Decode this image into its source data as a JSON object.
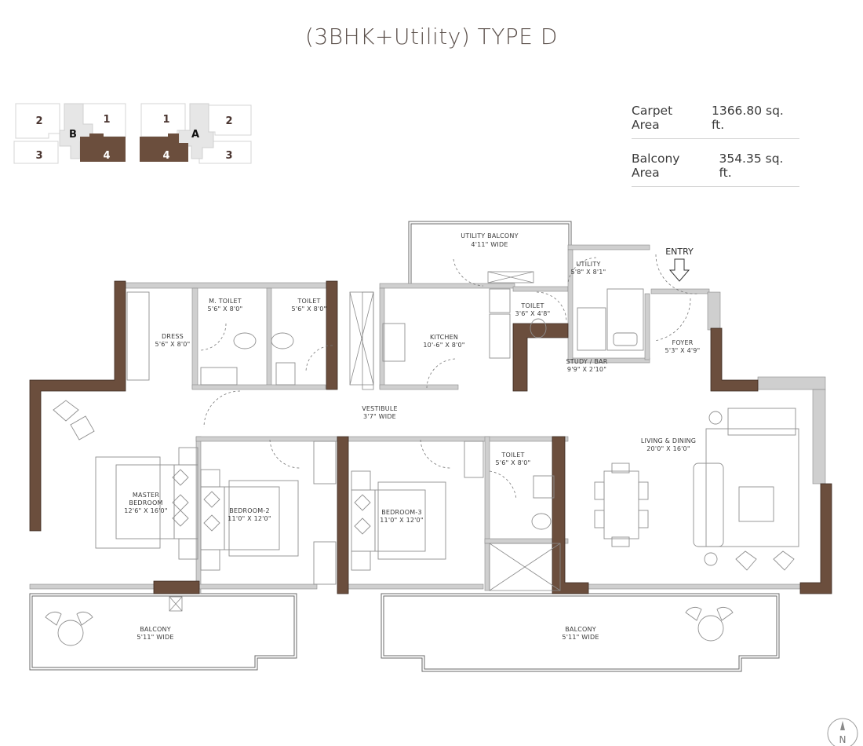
{
  "title": "(3BHK+Utility) TYPE D",
  "key_plan": {
    "tower_b": {
      "label": "B",
      "units": [
        "2",
        "1",
        "3",
        "4"
      ],
      "highlighted": "4"
    },
    "tower_a": {
      "label": "A",
      "units": [
        "1",
        "2",
        "4",
        "3"
      ],
      "highlighted": "4"
    },
    "highlight_color": "#6b4e3d"
  },
  "areas": [
    {
      "label": "Carpet Area",
      "value": "1366.80 sq. ft."
    },
    {
      "label": "Balcony Area",
      "value": "354.35 sq. ft."
    }
  ],
  "colors": {
    "wall_structural": "#6b4e3d",
    "wall_partition": "#cfcfcf",
    "line": "#5a5a5a",
    "furniture": "#9a9a9a"
  },
  "rooms": {
    "utility_balcony": {
      "name": "UTILITY BALCONY",
      "size": "4'11\" WIDE"
    },
    "utility": {
      "name": "UTILITY",
      "size": "5'8\" X 8'1\""
    },
    "m_toilet": {
      "name": "M. TOILET",
      "size": "5'6\" X 8'0\""
    },
    "toilet_1": {
      "name": "TOILET",
      "size": "5'6\" X 8'0\""
    },
    "dress": {
      "name": "DRESS",
      "size": "5'6\" X 8'0\""
    },
    "kitchen": {
      "name": "KITCHEN",
      "size": "10'-6\" X 8'0\""
    },
    "toilet_utility": {
      "name": "TOILET",
      "size": "3'6\" X 4'8\""
    },
    "study_bar": {
      "name": "STUDY / BAR",
      "size": "9'9\" X 2'10\""
    },
    "foyer": {
      "name": "FOYER",
      "size": "5'3\" X 4'9\""
    },
    "vestibule": {
      "name": "VESTIBULE",
      "size": "3'7\" WIDE"
    },
    "master_bedroom": {
      "name_line1": "MASTER",
      "name_line2": "BEDROOM",
      "size": "12'6\" X 16'0\""
    },
    "bedroom_2": {
      "name": "BEDROOM-2",
      "size": "11'0\" X 12'0\""
    },
    "bedroom_3": {
      "name": "BEDROOM-3",
      "size": "11'0\" X 12'0\""
    },
    "toilet_2": {
      "name": "TOILET",
      "size": "5'6\" X 8'0\""
    },
    "living_dining": {
      "name": "LIVING & DINING",
      "size": "20'0\" X 16'0\""
    },
    "balcony_left": {
      "name": "BALCONY",
      "size": "5'11\" WIDE"
    },
    "balcony_right": {
      "name": "BALCONY",
      "size": "5'11\" WIDE"
    }
  },
  "entry": {
    "label": "ENTRY"
  },
  "compass": {
    "label": "N"
  }
}
